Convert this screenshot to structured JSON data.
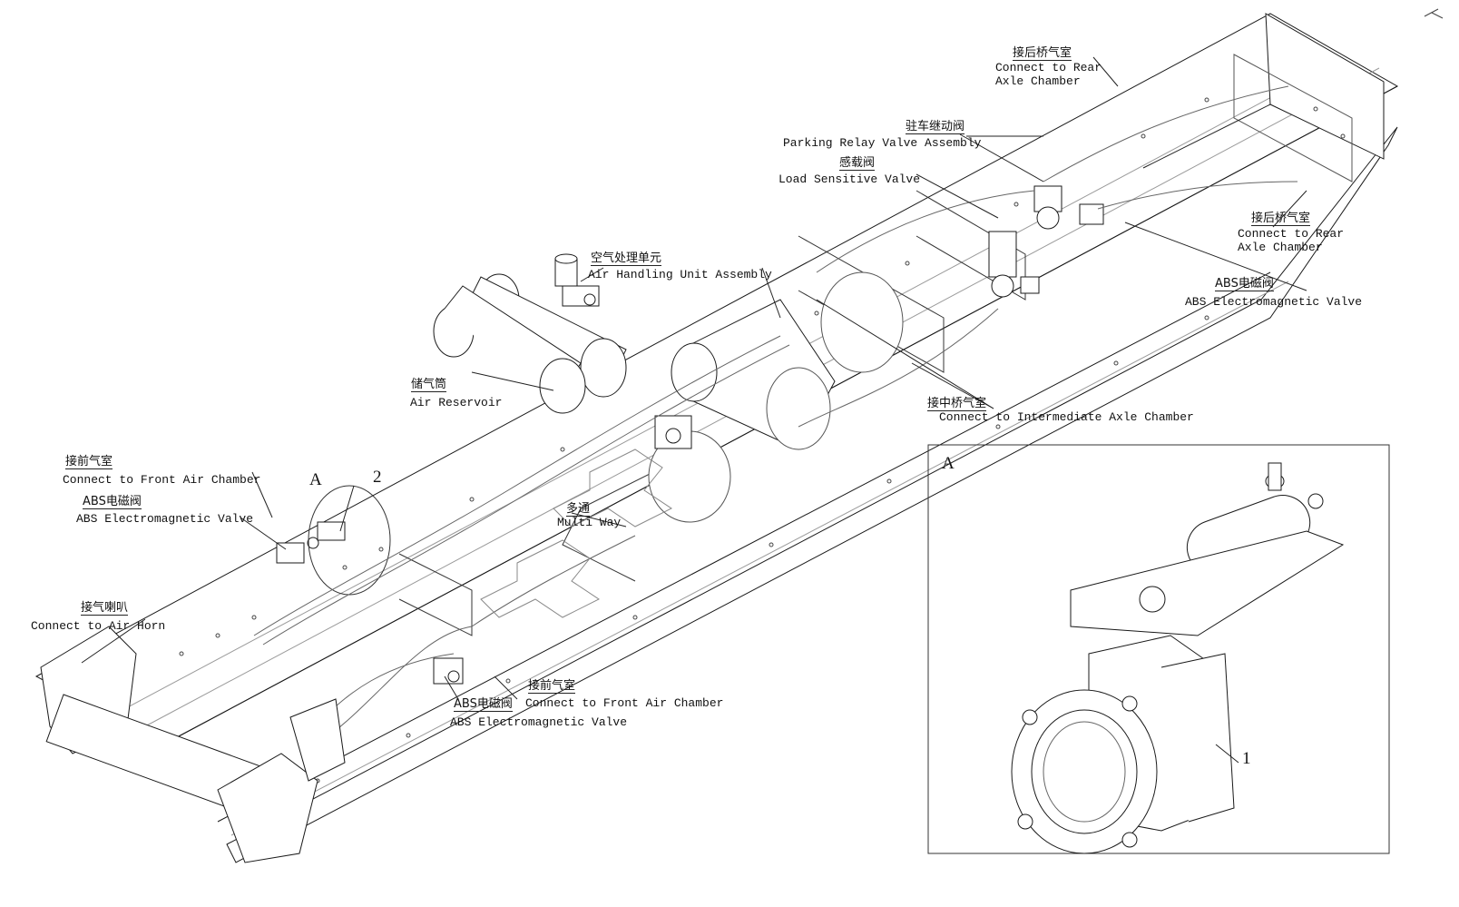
{
  "callouts": {
    "rear_chamber_top": {
      "cn": "接后桥气室",
      "en1": "Connect to Rear",
      "en2": "Axle Chamber"
    },
    "parking_relay": {
      "cn": "驻车继动阀",
      "en": "Parking Relay Valve Assembly"
    },
    "load_sensitive": {
      "cn": "感载阀",
      "en": "Load Sensitive Valve"
    },
    "rear_chamber_right": {
      "cn": "接后桥气室",
      "en1": "Connect to Rear",
      "en2": "Axle Chamber"
    },
    "abs_right": {
      "cn": "ABS电磁阀",
      "en": "ABS Electromagnetic Valve"
    },
    "air_handling": {
      "cn": "空气处理单元",
      "en": "Air Handling Unit Assembly"
    },
    "air_reservoir": {
      "cn": "储气筒",
      "en": "Air Reservoir"
    },
    "intermediate": {
      "cn": "接中桥气室",
      "en": "Connect to Intermediate Axle Chamber"
    },
    "front_chamber_left": {
      "cn": "接前气室",
      "en": "Connect to Front Air Chamber"
    },
    "abs_left": {
      "cn": "ABS电磁阀",
      "en": "ABS Electromagnetic Valve"
    },
    "multi_way": {
      "cn": "多通",
      "en": "Multi Way"
    },
    "air_horn": {
      "cn": "接气喇叭",
      "en": "Connect to Air Horn"
    },
    "abs_bottom": {
      "cn": "ABS电磁阀",
      "en": "ABS Electromagnetic Valve"
    },
    "front_chamber_bottom": {
      "cn": "接前气室",
      "en": "Connect to Front Air Chamber"
    }
  },
  "markers": {
    "detail_ref": "A",
    "item_2": "2"
  },
  "detail": {
    "label": "A",
    "item_1": "1"
  },
  "colors": {
    "line": "#1a1a1a",
    "faint": "#9a9a9a",
    "paper": "#ffffff"
  }
}
